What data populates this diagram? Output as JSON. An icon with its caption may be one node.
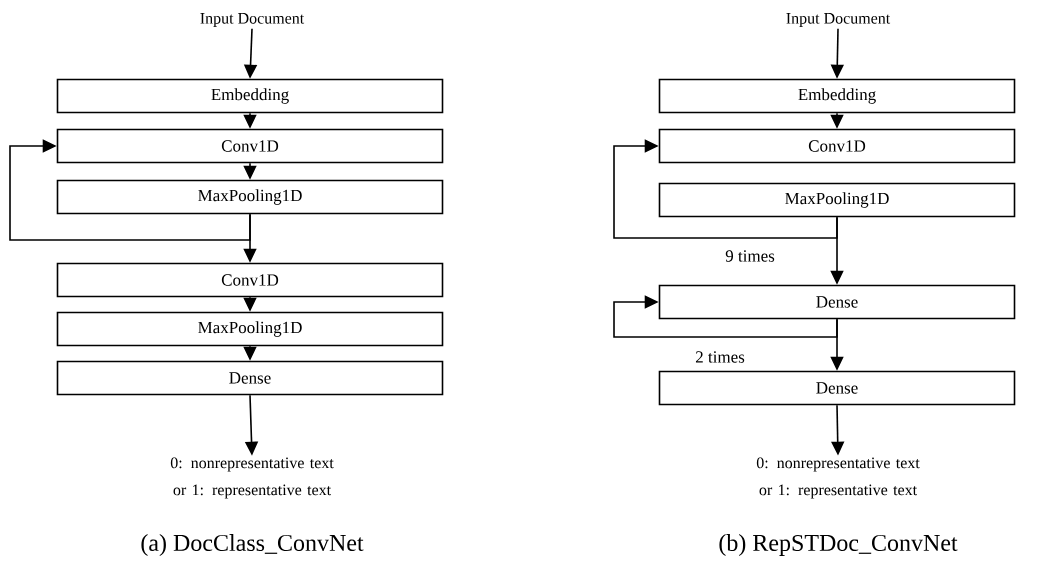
{
  "diagram": {
    "nodes": [
      {
        "text": [
          "Input Document"
        ]
      },
      {
        "text": [
          "Embedding"
        ]
      },
      {
        "text": [
          "Conv1D"
        ]
      },
      {
        "text": [
          "MaxPooling1D"
        ]
      },
      {
        "text": [
          "Conv1D"
        ]
      },
      {
        "text": [
          "MaxPooling1D"
        ]
      },
      {
        "text": [
          "Dense"
        ]
      },
      {
        "text": [
          "0: nonrepresentative text or 1: representative text"
        ]
      },
      {
        "text": [
          "Input Document"
        ]
      },
      {
        "text": [
          "Embedding"
        ]
      },
      {
        "text": [
          "Conv1D"
        ]
      },
      {
        "text": [
          "MaxPooling1D"
        ]
      },
      {
        "text": [
          "Dense"
        ]
      },
      {
        "text": [
          "Dense"
        ]
      },
      {
        "text": [
          "0: nonrepresentative text or 1: representative text"
        ]
      }
    ],
    "edges": [
      {
        "from": 0,
        "to": 1,
        "arrow": "to"
      },
      {
        "from": 1,
        "to": 2,
        "arrow": "to"
      },
      {
        "from": 2,
        "to": 3,
        "arrow": "to"
      },
      {
        "from": 3,
        "to": 4,
        "arrow": "to"
      },
      {
        "from": 3,
        "to": 2,
        "arrow": "to"
      },
      {
        "from": 4,
        "to": 5,
        "arrow": "to"
      },
      {
        "from": 5,
        "to": 6,
        "arrow": "to"
      },
      {
        "from": 6,
        "to": 7,
        "arrow": "to"
      },
      {
        "from": 8,
        "to": 9,
        "arrow": "to"
      },
      {
        "from": 9,
        "to": 10,
        "arrow": "to"
      },
      {
        "from": 11,
        "to": 12,
        "arrow": "to"
      },
      {
        "from": 11,
        "to": 10,
        "arrow": "to",
        "label": "9 times"
      },
      {
        "from": 12,
        "to": 12,
        "arrow": "to",
        "label": "2 times"
      },
      {
        "from": 12,
        "to": 13,
        "arrow": "to"
      },
      {
        "from": 13,
        "to": 14,
        "arrow": "to"
      }
    ],
    "labels": [
      "(a) DocClass_ConvNet",
      "(b) RepSTDoc_ConvNet"
    ]
  }
}
